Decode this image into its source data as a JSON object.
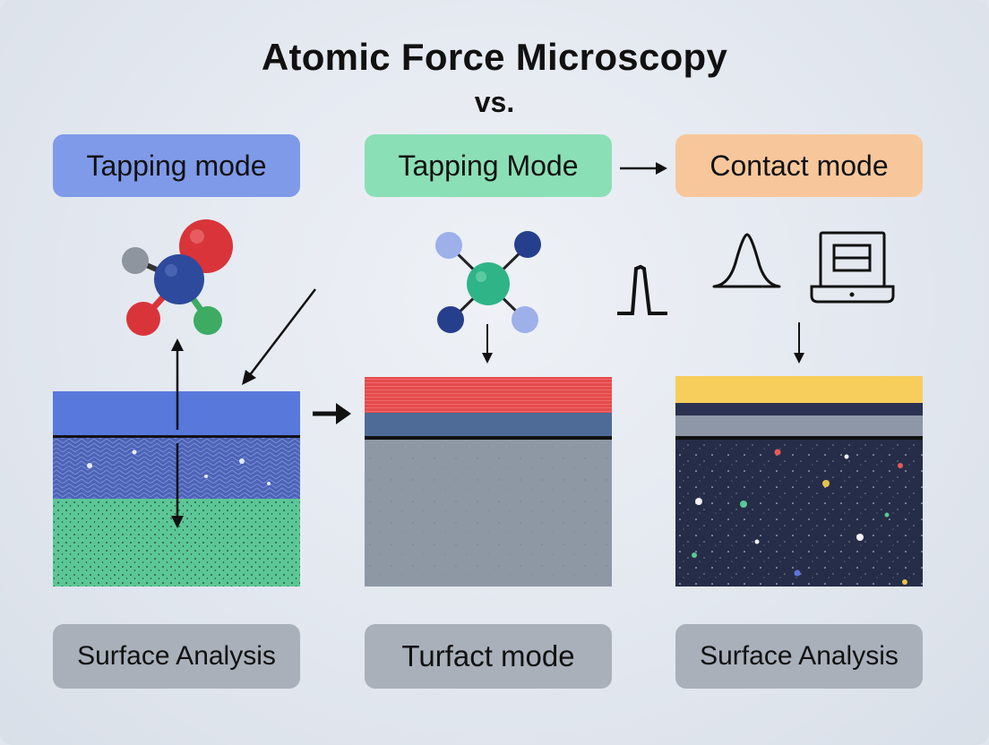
{
  "header": {
    "title": "Atomic Force Microscopy",
    "subtitle": "vs."
  },
  "modes": [
    {
      "label": "Tapping mode",
      "color": "#7f9ae9"
    },
    {
      "label": "Tapping Mode",
      "color": "#8bdfb6"
    },
    {
      "label": "Contact mode",
      "color": "#f7c79b"
    }
  ],
  "footer": [
    {
      "label": "Surface Analysis"
    },
    {
      "label": "Turfact mode"
    },
    {
      "label": "Surface Analysis"
    }
  ],
  "colors": {
    "blue_layer": "#5878dc",
    "green_layer": "#55c392",
    "red_layer": "#e64a4c",
    "steel_layer": "#4e6b98",
    "gray_substrate": "#8f99a6",
    "yellow_layer": "#f7cd5c",
    "dark_substrate": "#262d48"
  },
  "icons": [
    "molecule-icon",
    "peak-signal-icon",
    "triangle-tip-icon",
    "laptop-icon"
  ]
}
